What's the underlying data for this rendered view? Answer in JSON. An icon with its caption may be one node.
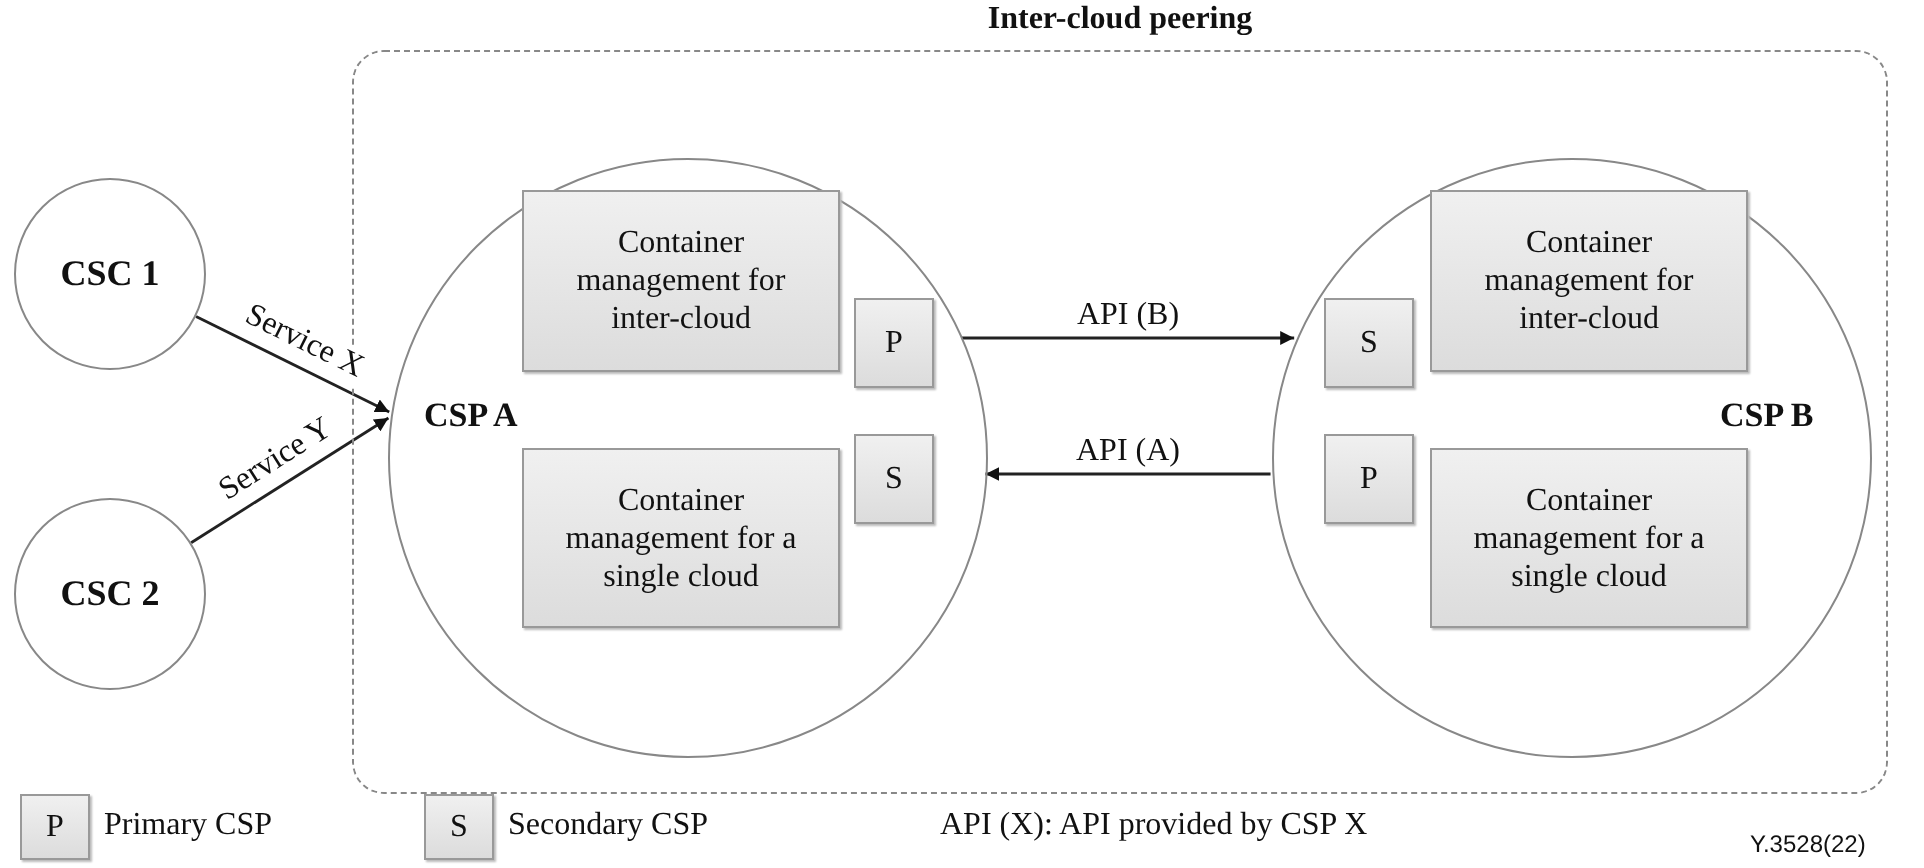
{
  "diagram": {
    "nodes": [
      {
        "text": [
          "Inter-cloud peering"
        ]
      },
      {
        "text": [
          "CSC 1"
        ]
      },
      {
        "text": [
          "CSC 2"
        ]
      },
      {
        "text": [
          "CSP A"
        ],
        "in": 0
      },
      {
        "text": [
          "Container management for inter-cloud"
        ],
        "in": 3
      },
      {
        "text": [
          "P"
        ],
        "in": 3
      },
      {
        "text": [
          "Container management for a single cloud"
        ],
        "in": 3
      },
      {
        "text": [
          "S"
        ],
        "in": 3
      },
      {
        "text": [
          "CSP B"
        ],
        "in": 0
      },
      {
        "text": [
          "S"
        ],
        "in": 8
      },
      {
        "text": [
          "Container management for inter-cloud"
        ],
        "in": 8
      },
      {
        "text": [
          "P"
        ],
        "in": 8
      },
      {
        "text": [
          "Container management for a single cloud"
        ],
        "in": 8
      }
    ],
    "edges": [
      {
        "from": 1,
        "to": 3,
        "arrow": "to",
        "label": "Service X"
      },
      {
        "from": 2,
        "to": 3,
        "arrow": "to",
        "label": "Service Y"
      },
      {
        "from": 3,
        "to": 8,
        "arrow": "to",
        "label": "API (B)"
      },
      {
        "from": 8,
        "to": 3,
        "arrow": "to",
        "label": "API (A)"
      }
    ],
    "labels": [
      "P",
      "Primary CSP",
      "S",
      "Secondary CSP",
      "API (X): API provided by CSP X",
      "Y.3528(22)"
    ]
  }
}
